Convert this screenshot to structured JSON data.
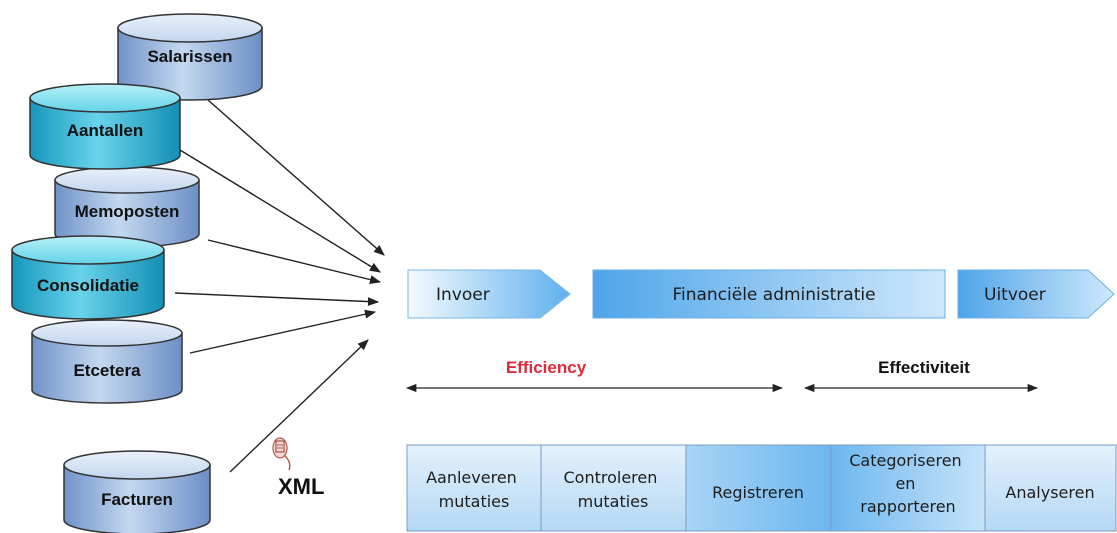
{
  "databases": [
    {
      "label": "Salarissen",
      "style": "blue"
    },
    {
      "label": "Aantallen",
      "style": "cyan"
    },
    {
      "label": "Memoposten",
      "style": "blue"
    },
    {
      "label": "Consolidatie",
      "style": "cyan"
    },
    {
      "label": "Etcetera",
      "style": "blue"
    },
    {
      "label": "Facturen",
      "style": "blue"
    }
  ],
  "xml_label": "XML",
  "process": {
    "input": "Invoer",
    "main": "Financiële administratie",
    "output": "Uitvoer"
  },
  "efficiency_label": "Efficiency",
  "effectiviteit_label": "Effectiviteit",
  "steps": [
    {
      "lines": [
        "Aanleveren",
        "mutaties"
      ]
    },
    {
      "lines": [
        "Controleren",
        "mutaties"
      ]
    },
    {
      "lines": [
        "Registreren"
      ]
    },
    {
      "lines": [
        "Categoriseren",
        "en",
        "rapporteren"
      ]
    },
    {
      "lines": [
        "Analyseren"
      ]
    }
  ],
  "colors": {
    "cylinder_blue_top": "#d8e8f6",
    "cylinder_blue_side": "#8fb0dc",
    "cylinder_cyan_top": "#9fe6f2",
    "cylinder_cyan_side": "#27aed0",
    "process_light": "#eaf5fd",
    "process_dark": "#4aa3ea",
    "efficiency": "#e02a3c",
    "arrow": "#222222"
  }
}
